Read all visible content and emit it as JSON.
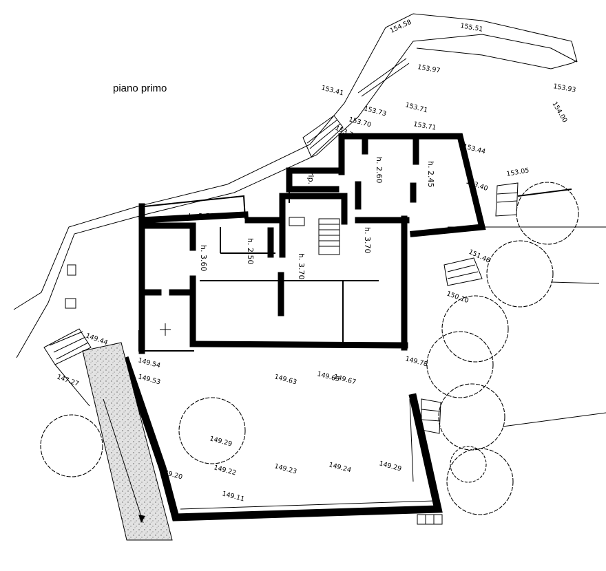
{
  "title": "piano primo",
  "rooms": [
    {
      "id": "r1",
      "text": "h. 2.50"
    },
    {
      "id": "r2",
      "text": "h. 2.50"
    },
    {
      "id": "r3",
      "text": "h. 3.60"
    },
    {
      "id": "r4",
      "text": "h. 3.70"
    },
    {
      "id": "r5",
      "text": "h. 3.70"
    },
    {
      "id": "r6",
      "text": "h. 2.60"
    },
    {
      "id": "r7",
      "text": "h. 2.45"
    },
    {
      "id": "r8",
      "text": "rip."
    }
  ],
  "elevations": [
    "154.58",
    "155.51",
    "153.97",
    "153.93",
    "154.00",
    "153.41",
    "153.73",
    "153.71",
    "153.70",
    "153.76",
    "153.71",
    "153.44",
    "153.40",
    "153.05",
    "151.46",
    "150.10",
    "149.44",
    "147.27",
    "149.54",
    "149.53",
    "149.63",
    "149.65",
    "149.67",
    "149.78",
    "149.29",
    "149.22",
    "149.23",
    "149.24",
    "149.29",
    "149.20",
    "149.11"
  ],
  "colors": {
    "ink": "#000000",
    "paper": "#ffffff",
    "gravel": "#d8d8d8"
  }
}
